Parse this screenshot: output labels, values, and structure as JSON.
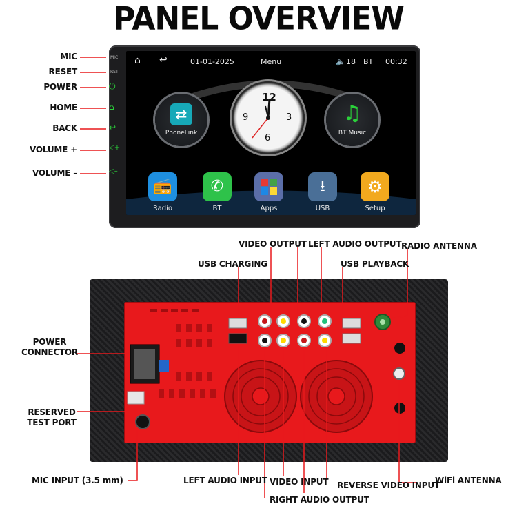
{
  "title": "PANEL OVERVIEW",
  "front_labels": {
    "mic": "MIC",
    "reset": "RESET",
    "power": "POWER",
    "home": "HOME",
    "back": "BACK",
    "volume_up": "VOLUME +",
    "volume_down": "VOLUME –"
  },
  "side_small": {
    "mic": "MIC",
    "rst": "RST"
  },
  "status_bar": {
    "date": "01-01-2025",
    "menu": "Menu",
    "volume": "18",
    "bt": "BT",
    "time": "00:32"
  },
  "widgets": {
    "phonelink": "PhoneLink",
    "bt_music": "BT Music",
    "clock_12": "12",
    "clock_3": "3",
    "clock_6": "6",
    "clock_9": "9"
  },
  "apps": [
    {
      "label": "Radio",
      "icon": "radio-icon"
    },
    {
      "label": "BT",
      "icon": "phone-icon"
    },
    {
      "label": "Apps",
      "icon": "apps-grid-icon"
    },
    {
      "label": "USB",
      "icon": "usb-icon"
    },
    {
      "label": "Setup",
      "icon": "gear-icon"
    }
  ],
  "rear_labels": {
    "video_output": "VIDEO OUTPUT",
    "left_audio_output": "LEFT AUDIO OUTPUT",
    "radio_antenna": "RADIO ANTENNA",
    "usb_charging": "USB CHARGING",
    "usb_playback": "USB PLAYBACK",
    "power_connector": "POWER CONNECTOR",
    "reserved_test_port": "RESERVED TEST PORT",
    "mic_input": "MIC INPUT (3.5 mm)",
    "left_audio_input": "LEFT AUDIO INPUT",
    "video_input": "VIDEO INPUT",
    "right_audio_output": "RIGHT AUDIO OUTPUT",
    "reverse_video_input": "REVERSE VIDEO INPUT",
    "wifi_antenna": "WiFi ANTENNA"
  },
  "colors": {
    "accent_red": "#e8191c",
    "screen_bg": "#000000",
    "side_icon": "#2bd13a"
  }
}
